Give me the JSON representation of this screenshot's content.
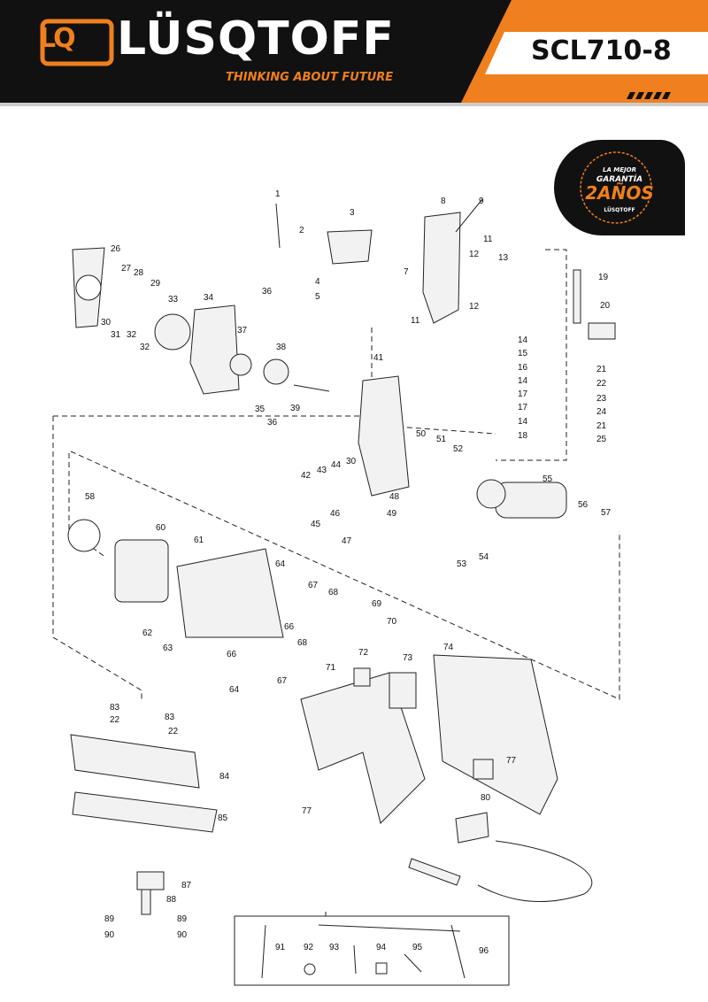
{
  "header": {
    "logo_mark": "LQ",
    "brand": "LÜSQTOFF",
    "tagline": "THINKING ABOUT FUTURE",
    "model": "SCL710-8",
    "colors": {
      "accent": "#f07f1e",
      "dark": "#111111",
      "white": "#ffffff"
    }
  },
  "seal": {
    "line1": "LA MEJOR",
    "line2": "GARANTÍA",
    "big": "2AÑOS",
    "brand": "LÜSQTOFF"
  },
  "parts": [
    {
      "n": "1"
    },
    {
      "n": "2"
    },
    {
      "n": "3"
    },
    {
      "n": "4"
    },
    {
      "n": "5"
    },
    {
      "n": "7"
    },
    {
      "n": "8"
    },
    {
      "n": "9"
    },
    {
      "n": "11"
    },
    {
      "n": "12"
    },
    {
      "n": "12"
    },
    {
      "n": "13"
    },
    {
      "n": "11"
    },
    {
      "n": "14"
    },
    {
      "n": "15"
    },
    {
      "n": "16"
    },
    {
      "n": "14"
    },
    {
      "n": "17"
    },
    {
      "n": "17"
    },
    {
      "n": "14"
    },
    {
      "n": "18"
    },
    {
      "n": "19"
    },
    {
      "n": "20"
    },
    {
      "n": "21"
    },
    {
      "n": "22"
    },
    {
      "n": "23"
    },
    {
      "n": "24"
    },
    {
      "n": "21"
    },
    {
      "n": "25"
    },
    {
      "n": "26"
    },
    {
      "n": "27"
    },
    {
      "n": "28"
    },
    {
      "n": "29"
    },
    {
      "n": "30"
    },
    {
      "n": "31"
    },
    {
      "n": "32"
    },
    {
      "n": "32"
    },
    {
      "n": "33"
    },
    {
      "n": "34"
    },
    {
      "n": "36"
    },
    {
      "n": "37"
    },
    {
      "n": "38"
    },
    {
      "n": "35"
    },
    {
      "n": "36"
    },
    {
      "n": "39"
    },
    {
      "n": "41"
    },
    {
      "n": "50"
    },
    {
      "n": "51"
    },
    {
      "n": "52"
    },
    {
      "n": "55"
    },
    {
      "n": "56"
    },
    {
      "n": "57"
    },
    {
      "n": "42"
    },
    {
      "n": "43"
    },
    {
      "n": "44"
    },
    {
      "n": "30"
    },
    {
      "n": "48"
    },
    {
      "n": "45"
    },
    {
      "n": "46"
    },
    {
      "n": "49"
    },
    {
      "n": "47"
    },
    {
      "n": "53"
    },
    {
      "n": "54"
    },
    {
      "n": "58"
    },
    {
      "n": "60"
    },
    {
      "n": "61"
    },
    {
      "n": "64"
    },
    {
      "n": "67"
    },
    {
      "n": "68"
    },
    {
      "n": "69"
    },
    {
      "n": "66"
    },
    {
      "n": "70"
    },
    {
      "n": "62"
    },
    {
      "n": "63"
    },
    {
      "n": "68"
    },
    {
      "n": "66"
    },
    {
      "n": "67"
    },
    {
      "n": "72"
    },
    {
      "n": "73"
    },
    {
      "n": "74"
    },
    {
      "n": "71"
    },
    {
      "n": "64"
    },
    {
      "n": "83"
    },
    {
      "n": "83"
    },
    {
      "n": "22"
    },
    {
      "n": "22"
    },
    {
      "n": "84"
    },
    {
      "n": "77"
    },
    {
      "n": "80"
    },
    {
      "n": "77"
    },
    {
      "n": "85"
    },
    {
      "n": "87"
    },
    {
      "n": "88"
    },
    {
      "n": "89"
    },
    {
      "n": "89"
    },
    {
      "n": "90"
    },
    {
      "n": "90"
    },
    {
      "n": "91"
    },
    {
      "n": "92"
    },
    {
      "n": "93"
    },
    {
      "n": "94"
    },
    {
      "n": "95"
    },
    {
      "n": "96"
    }
  ]
}
